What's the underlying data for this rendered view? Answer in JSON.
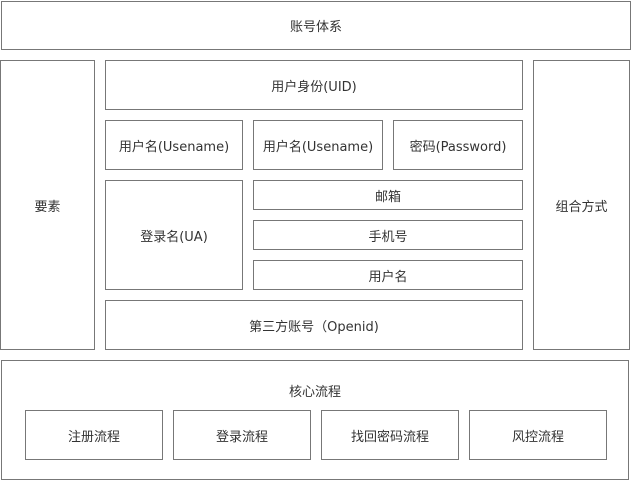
{
  "title": "账号体系",
  "left_column": {
    "label": "要素"
  },
  "right_column": {
    "label": "组合方式"
  },
  "elements": {
    "uid": "用户身份(UID)",
    "row2": [
      "用户名(Usename)",
      "用户名(Usename)",
      "密码(Password)"
    ],
    "login_name": "登录名(UA)",
    "login_options": [
      "邮箱",
      "手机号",
      "用户名"
    ],
    "openid": "第三方账号（Openid)"
  },
  "core_flows": {
    "title": "核心流程",
    "items": [
      "注册流程",
      "登录流程",
      "找回密码流程",
      "风控流程"
    ]
  },
  "colors": {
    "border": "#777777",
    "text": "#333333",
    "background": "#ffffff"
  }
}
